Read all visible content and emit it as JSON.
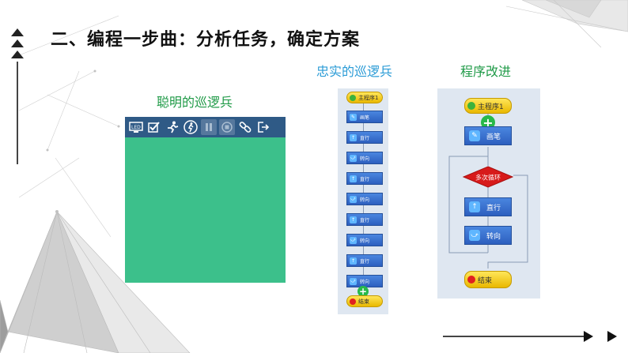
{
  "title": "二、编程一步曲：分析任务，确定方案",
  "captions": {
    "smart": "聪明的巡逻兵",
    "loyal": "忠实的巡逻兵",
    "improved": "程序改进"
  },
  "smart_toolbar": {
    "icons": [
      "led-icon",
      "check-icon",
      "run-icon",
      "speed-icon",
      "pause-icon",
      "stop-icon",
      "link-icon",
      "exit-icon"
    ],
    "led_text": "LED"
  },
  "loyal_flow": {
    "start_label": "主程序1",
    "blocks": [
      {
        "label": "画笔",
        "icon": "pen-icon"
      },
      {
        "label": "直行",
        "icon": "arrow-up-icon"
      },
      {
        "label": "转向",
        "icon": "turn-icon"
      },
      {
        "label": "直行",
        "icon": "arrow-up-icon"
      },
      {
        "label": "转向",
        "icon": "turn-icon"
      },
      {
        "label": "直行",
        "icon": "arrow-up-icon"
      },
      {
        "label": "转向",
        "icon": "turn-icon"
      },
      {
        "label": "直行",
        "icon": "arrow-up-icon"
      },
      {
        "label": "转向",
        "icon": "turn-icon"
      }
    ],
    "end_label": "结束"
  },
  "improved_flow": {
    "start_label": "主程序1",
    "pen_label": "画笔",
    "loop_label": "多次循环",
    "straight_label": "直行",
    "turn_label": "转向",
    "end_label": "结束"
  },
  "colors": {
    "smart_panel": "#3cc08b",
    "toolbar": "#2f5a86",
    "block_blue": "#2d5fbf",
    "pill_yellow": "#f2cc1a",
    "loop_red": "#d71a1a",
    "title_green": "#1f9a47",
    "title_blue": "#2a9bd6"
  }
}
